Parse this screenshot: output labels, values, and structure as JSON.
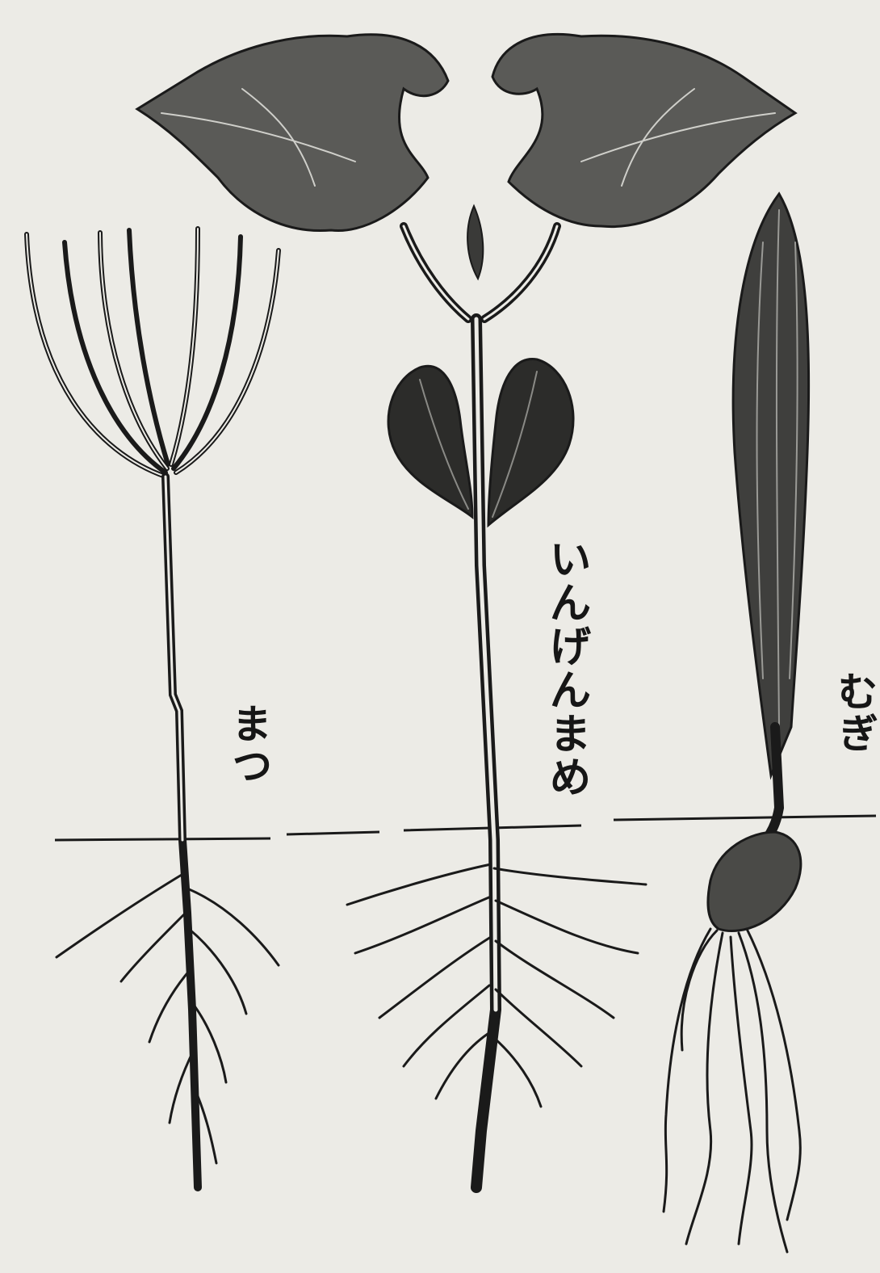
{
  "labels": {
    "pine": "まつ",
    "bean": "いんげんまめ",
    "wheat": "むぎ"
  },
  "colors": {
    "ink": "#1a1a1a",
    "paper": "#ecebe6",
    "leaf_fill": "#5a5a57",
    "cotyledon_fill": "#2c2c2a"
  }
}
